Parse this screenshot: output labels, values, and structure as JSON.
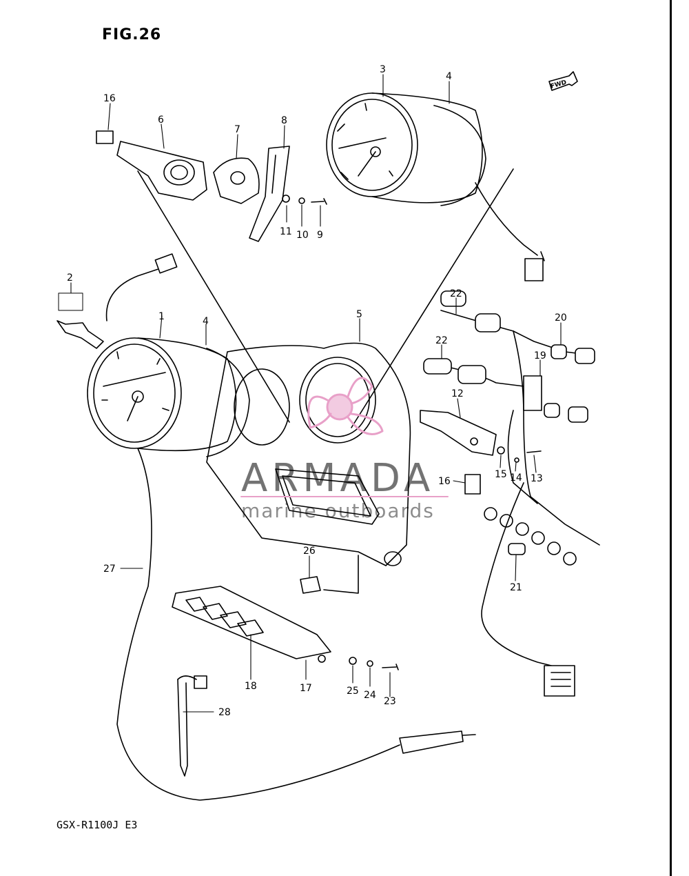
{
  "figure": {
    "title": "FIG.26",
    "model": "GSX-R1100J E3"
  },
  "watermark": {
    "name": "ARMADA",
    "tagline": "marine outboards",
    "logo_color": "#e8a0c8"
  },
  "fwd_badge": "FWD",
  "callouts": [
    {
      "id": "c16a",
      "label": "16"
    },
    {
      "id": "c6",
      "label": "6"
    },
    {
      "id": "c7",
      "label": "7"
    },
    {
      "id": "c8",
      "label": "8"
    },
    {
      "id": "c3",
      "label": "3"
    },
    {
      "id": "c4a",
      "label": "4"
    },
    {
      "id": "c11",
      "label": "11"
    },
    {
      "id": "c10",
      "label": "10"
    },
    {
      "id": "c9",
      "label": "9"
    },
    {
      "id": "c2",
      "label": "2"
    },
    {
      "id": "c1",
      "label": "1"
    },
    {
      "id": "c4b",
      "label": "4"
    },
    {
      "id": "c5",
      "label": "5"
    },
    {
      "id": "c22a",
      "label": "22"
    },
    {
      "id": "c20",
      "label": "20"
    },
    {
      "id": "c22b",
      "label": "22"
    },
    {
      "id": "c19",
      "label": "19"
    },
    {
      "id": "c12",
      "label": "12"
    },
    {
      "id": "c16b",
      "label": "16"
    },
    {
      "id": "c15",
      "label": "15"
    },
    {
      "id": "c14",
      "label": "14"
    },
    {
      "id": "c13",
      "label": "13"
    },
    {
      "id": "c26",
      "label": "26"
    },
    {
      "id": "c27",
      "label": "27"
    },
    {
      "id": "c21",
      "label": "21"
    },
    {
      "id": "c18",
      "label": "18"
    },
    {
      "id": "c17",
      "label": "17"
    },
    {
      "id": "c25",
      "label": "25"
    },
    {
      "id": "c24",
      "label": "24"
    },
    {
      "id": "c23",
      "label": "23"
    },
    {
      "id": "c28",
      "label": "28"
    }
  ]
}
